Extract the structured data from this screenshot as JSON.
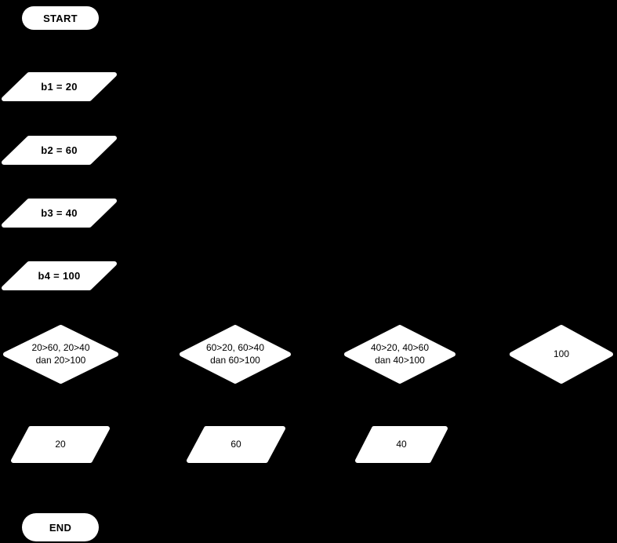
{
  "canvas": {
    "background_color": "#000000",
    "shape_fill_color": "#ffffff",
    "shape_text_color": "#000000"
  },
  "flowchart": {
    "start": {
      "label": "START"
    },
    "inputs": [
      {
        "label": "b1 = 20"
      },
      {
        "label": "b2 = 60"
      },
      {
        "label": "b3 = 40"
      },
      {
        "label": "b4 = 100"
      }
    ],
    "decisions": [
      {
        "label": "20>60, 20>40\ndan 20>100"
      },
      {
        "label": "60>20, 60>40\ndan 60>100"
      },
      {
        "label": "40>20, 40>60\ndan 40>100"
      },
      {
        "label": "100"
      }
    ],
    "outputs": [
      {
        "label": "20"
      },
      {
        "label": "60"
      },
      {
        "label": "40"
      }
    ],
    "end": {
      "label": "END"
    }
  }
}
